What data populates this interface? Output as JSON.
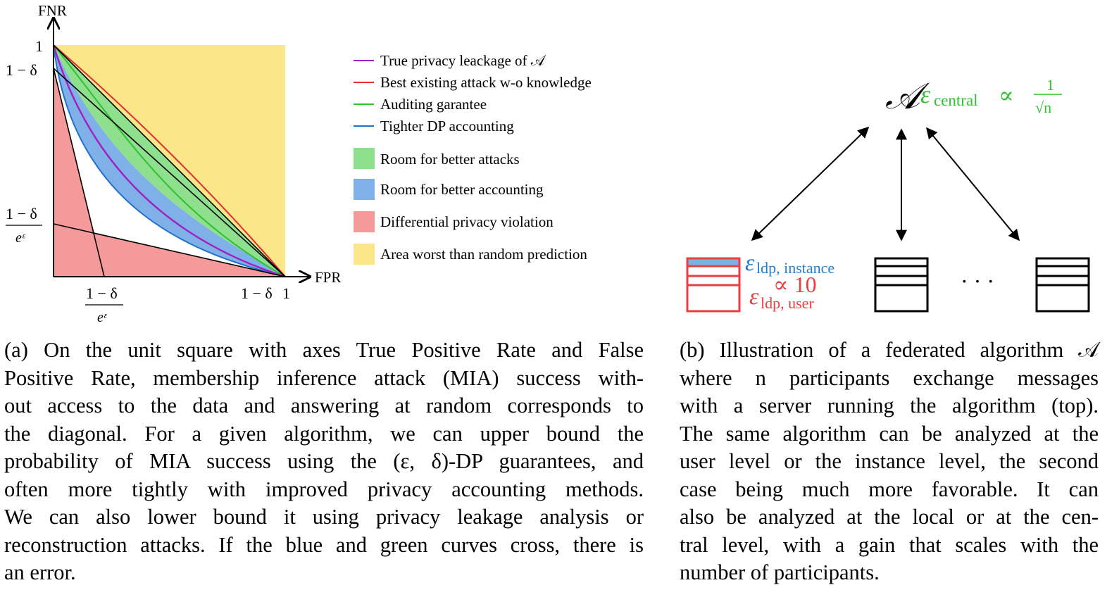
{
  "figure_a": {
    "axes": {
      "xlabel": "FPR",
      "ylabel": "FNR",
      "y_tick_one": "1",
      "y_tick_one_minus_delta": "1 − δ",
      "y_tick_frac_num": "1 − δ",
      "y_tick_frac_den": "eᵋ",
      "x_tick_frac_num": "1 − δ",
      "x_tick_frac_den": "eᵋ",
      "x_tick_one_minus_delta": "1 − δ",
      "x_tick_one": "1"
    },
    "legend": {
      "lines": [
        {
          "label": "True privacy leackage of 𝒜",
          "color": "#a020c0"
        },
        {
          "label": "Best existing attack w-o knowledge",
          "color": "#e03030"
        },
        {
          "label": "Auditing garantee",
          "color": "#30c030"
        },
        {
          "label": "Tighter DP accounting",
          "color": "#2070d0"
        }
      ],
      "areas": [
        {
          "label": "Room for better attacks",
          "color": "#8ee08e"
        },
        {
          "label": "Room for better accounting",
          "color": "#7fb0e8"
        },
        {
          "label": "Differential privacy violation",
          "color": "#f59a9a"
        },
        {
          "label": "Area worst than random prediction",
          "color": "#fbe68a"
        }
      ]
    }
  },
  "figure_b": {
    "server_symbol": "𝒜",
    "central_eps": "ε",
    "central_sub": "central",
    "central_prop": "∝",
    "central_frac_num": "1",
    "central_frac_den": "√n",
    "ldp_instance_eps": "ε",
    "ldp_instance_sub": "ldp, instance",
    "ldp_user_eps": "ε",
    "ldp_user_sub": "ldp, user",
    "ldp_user_prop": "∝ 10",
    "ellipsis": "· · ·",
    "colors": {
      "green": "#30c030",
      "blue": "#2080d0",
      "red": "#e84040"
    }
  },
  "caption_a": [
    "(a) On the unit square with axes True Positive Rate and False",
    "Positive Rate, membership inference attack (MIA) success with-",
    "out access to the data and answering at random corresponds to",
    "the diagonal.  For a given algorithm, we can upper bound the",
    "probability of MIA success using the (ε, δ)-DP guarantees, and",
    "often more tightly with improved privacy accounting methods.",
    "We can also lower bound it using privacy leakage analysis or",
    "reconstruction attacks. If the blue and green curves cross, there is",
    "an error."
  ],
  "caption_b": [
    "(b) Illustration of a federated algorithm 𝒜",
    "where n participants exchange messages",
    "with a server running the algorithm (top).",
    "The same algorithm can be analyzed at the",
    "user level or the instance level, the second",
    "case being much more favorable.  It can",
    "also be analyzed at the local or at the cen-",
    "tral level, with a gain that scales with the",
    "number of participants."
  ]
}
